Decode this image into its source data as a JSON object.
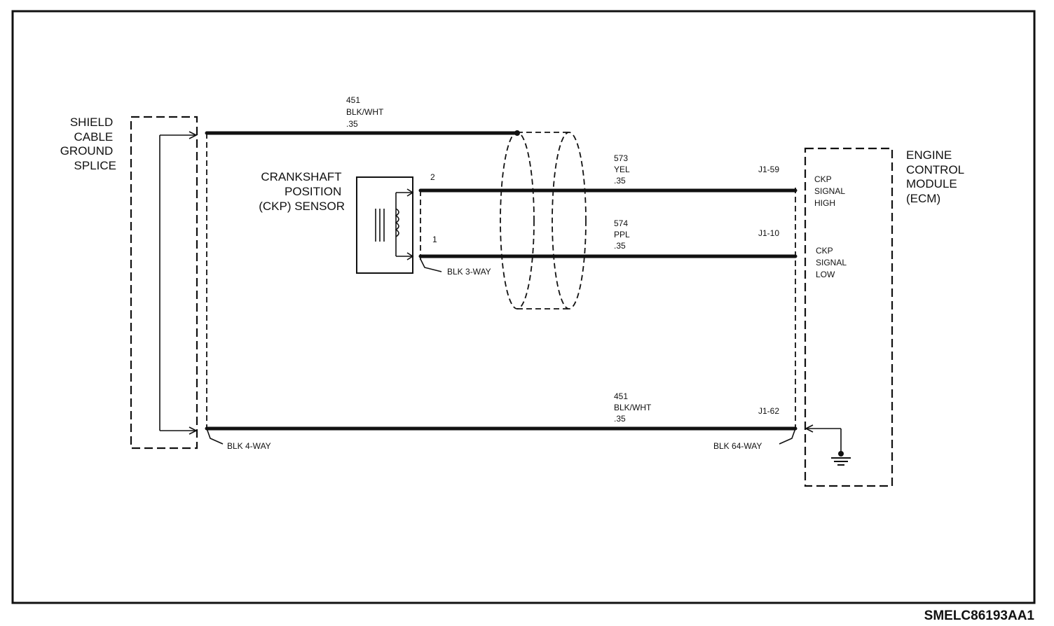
{
  "shield_splice": {
    "lines": [
      "SHIELD",
      "CABLE",
      "GROUND",
      "SPLICE"
    ]
  },
  "sensor": {
    "lines": [
      "CRANKSHAFT",
      "POSITION",
      "(CKP) SENSOR"
    ]
  },
  "ecm": {
    "lines": [
      "ENGINE",
      "CONTROL",
      "MODULE",
      "(ECM)"
    ]
  },
  "top_wire": {
    "circuit": "451",
    "color": "BLK/WHT",
    "gauge": ".35"
  },
  "wire_573": {
    "circuit": "573",
    "color": "YEL",
    "gauge": ".35",
    "pin": "2",
    "ecm_pin": "J1-59"
  },
  "wire_574": {
    "circuit": "574",
    "color": "PPL",
    "gauge": ".35",
    "pin": "1",
    "ecm_pin": "J1-10"
  },
  "bottom_wire": {
    "circuit": "451",
    "color": "BLK/WHT",
    "gauge": ".35",
    "ecm_pin": "J1-62"
  },
  "ecm_signal_high": {
    "lines": [
      "CKP",
      "SIGNAL",
      "HIGH"
    ]
  },
  "ecm_signal_low": {
    "lines": [
      "CKP",
      "SIGNAL",
      "LOW"
    ]
  },
  "connectors": {
    "sensor": "BLK 3-WAY",
    "splice": "BLK 4-WAY",
    "ecm": "BLK 64-WAY"
  },
  "figure_code": "SMELC86193AA1"
}
